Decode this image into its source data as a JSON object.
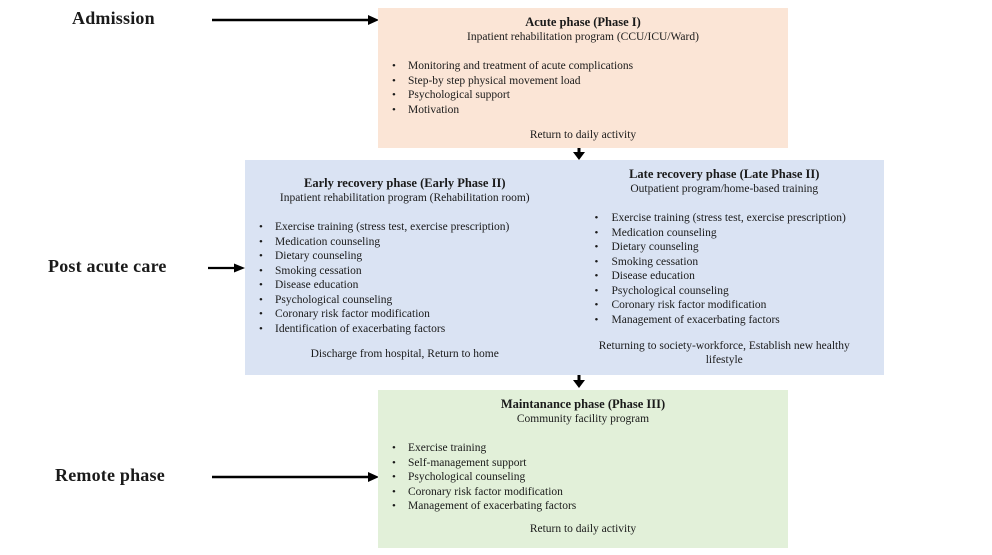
{
  "side_labels": {
    "admission": "Admission",
    "post_acute_care": "Post acute care",
    "remote_phase": "Remote phase"
  },
  "colors": {
    "acute_bg": "#FBE5D6",
    "recovery_bg": "#DAE3F3",
    "maintenance_bg": "#E2F0D9",
    "arrow": "#000000",
    "text": "#1A1A1A"
  },
  "boxes": {
    "acute": {
      "title": "Acute phase (Phase I)",
      "subtitle": "Inpatient rehabilitation  program (CCU/ICU/Ward)",
      "bullets": [
        "Monitoring and treatment of acute complications",
        "Step-by step physical movement load",
        "Psychological support",
        "Motivation"
      ],
      "footer": "Return to daily activity"
    },
    "early_recovery": {
      "title": "Early recovery phase (Early Phase II)",
      "subtitle": "Inpatient rehabilitation  program (Rehabilitation room)",
      "bullets": [
        "Exercise training (stress test, exercise prescription)",
        "Medication counseling",
        "Dietary counseling",
        "Smoking cessation",
        "Disease education",
        "Psychological counseling",
        "Coronary risk factor modification",
        "Identification of exacerbating factors"
      ],
      "footer": "Discharge from hospital, Return to home"
    },
    "late_recovery": {
      "title": "Late recovery phase (Late Phase II)",
      "subtitle": "Outpatient program/home-based training",
      "bullets": [
        "Exercise training (stress test, exercise prescription)",
        "Medication counseling",
        "Dietary counseling",
        "Smoking cessation",
        "Disease education",
        "Psychological counseling",
        "Coronary risk factor modification",
        "Management of exacerbating factors"
      ],
      "footer": "Returning to society-workforce, Establish new healthy lifestyle"
    },
    "maintenance": {
      "title": "Maintanance phase (Phase III)",
      "subtitle": "Community facility program",
      "bullets": [
        "Exercise training",
        "Self-management support",
        "Psychological counseling",
        "Coronary risk factor modification",
        "Management of exacerbating factors"
      ],
      "footer": "Return to daily activity"
    }
  }
}
